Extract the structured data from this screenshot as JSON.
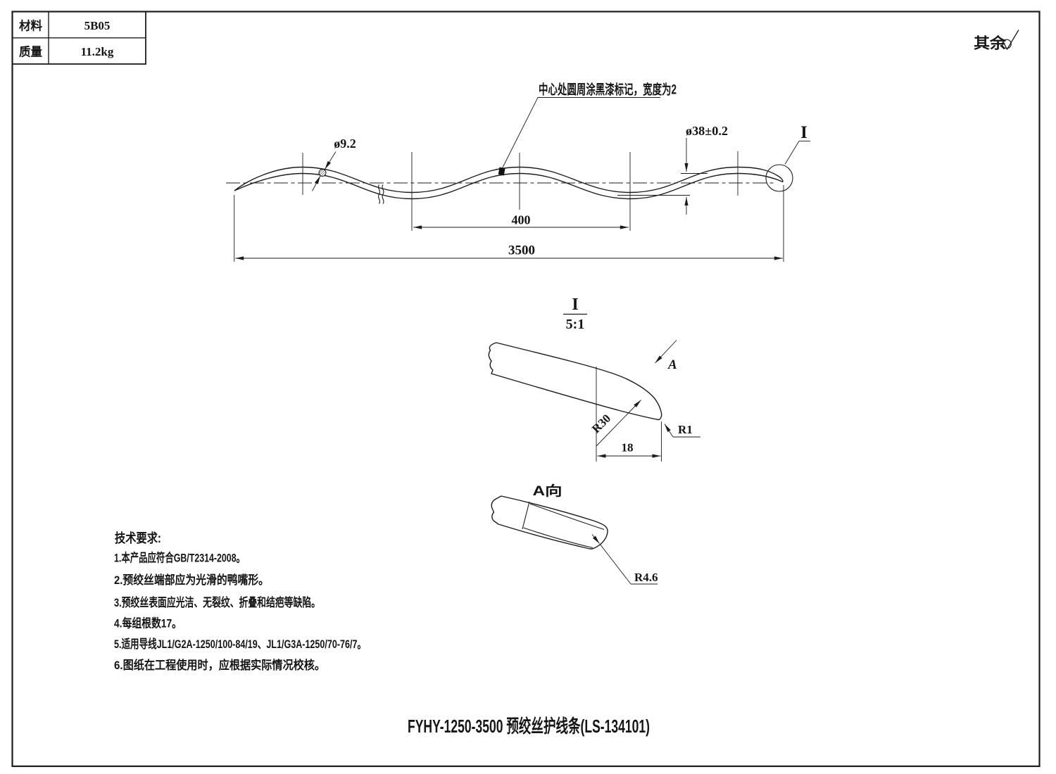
{
  "title_block": {
    "rows": [
      {
        "label": "材料",
        "value": "5B05"
      },
      {
        "label": "质量",
        "value": "11.2kg"
      }
    ]
  },
  "surface_finish": {
    "text": "其余",
    "symbol": "surface-roughness-check-icon"
  },
  "main_view": {
    "paint_note": "中心处圆周涂黑漆标记，宽度为2",
    "wire_diameter": "ø9.2",
    "helix_diameter": "ø38±0.2",
    "pitch": "400",
    "total_length": "3500",
    "detail_label": "I"
  },
  "detail_view": {
    "label": "I",
    "scale": "5:1",
    "radius_main": "R30",
    "tip_radius": "R1",
    "tip_length": "18",
    "view_direction": "A"
  },
  "direction_view": {
    "label": "A向",
    "tip_radius": "R4.6"
  },
  "technical_requirements": {
    "heading": "技术要求:",
    "items": [
      "1.本产品应符合GB/T2314-2008。",
      "2.预绞丝端部应为光滑的鸭嘴形。",
      "3.预绞丝表面应光洁、无裂纹、折叠和结疤等缺陷。",
      "4.每组根数17。",
      "5.适用导线JL1/G2A-1250/100-84/19、JL1/G3A-1250/70-76/7。",
      "6.图纸在工程使用时，应根据实际情况校核。"
    ]
  },
  "drawing_title": "FYHY-1250-3500 预绞丝护线条(LS-134101)",
  "colors": {
    "line": "#1c1c1c",
    "background": "#ffffff"
  }
}
